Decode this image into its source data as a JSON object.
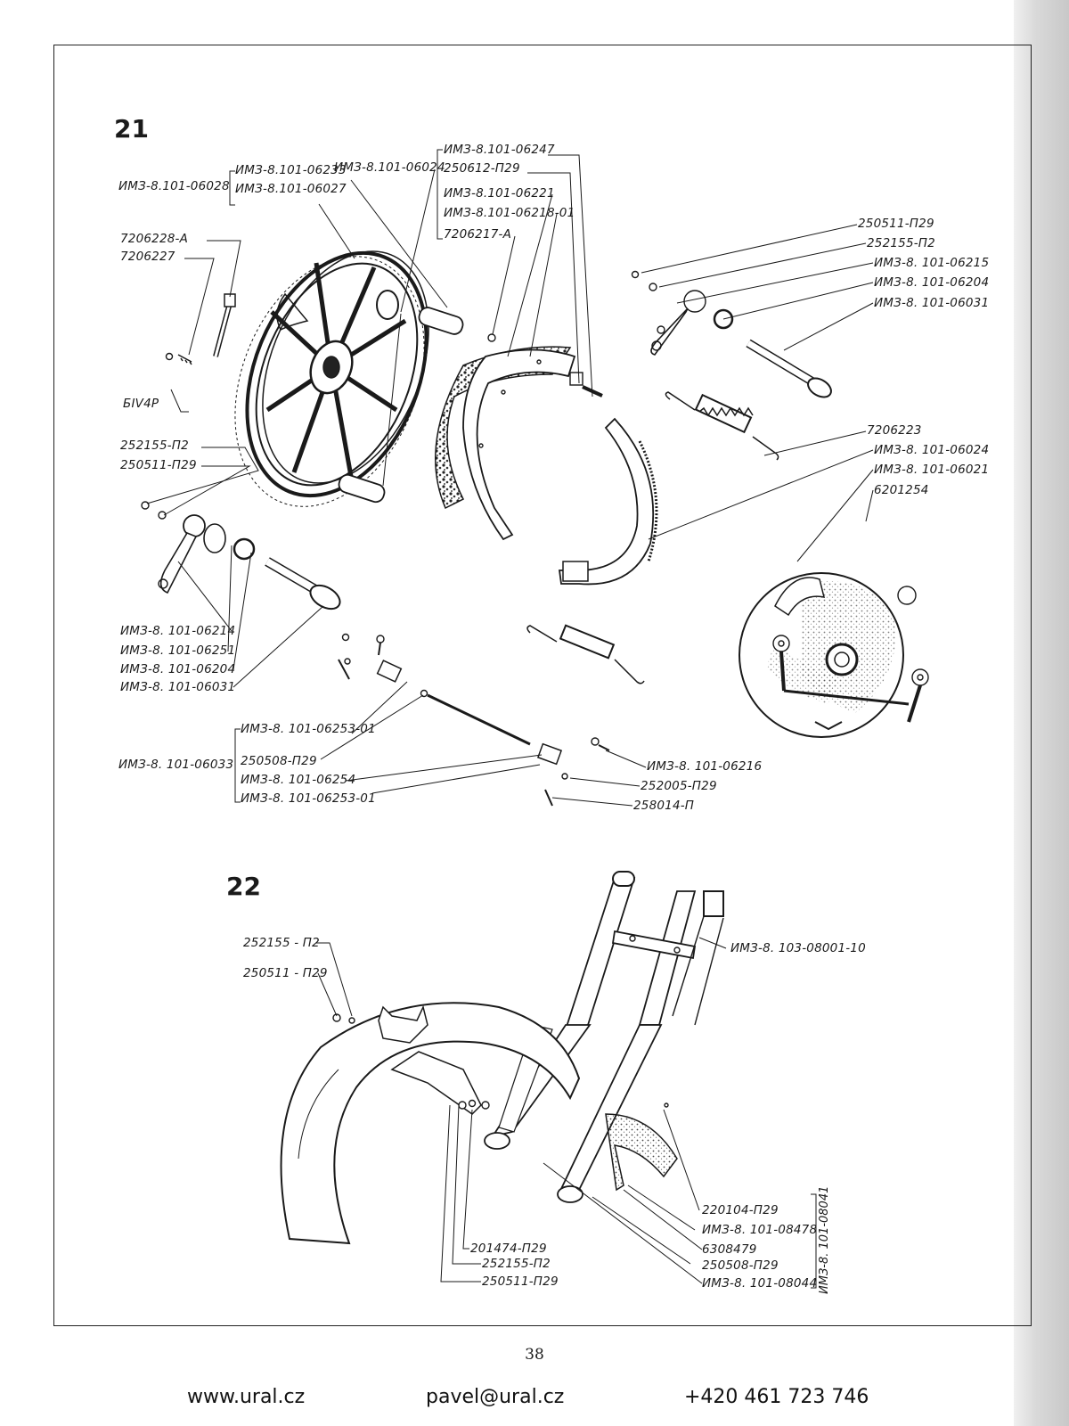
{
  "figures": {
    "fig21": {
      "number": "21",
      "labels": [
        {
          "id": "l01",
          "text": "ИМЗ-8.101-06028"
        },
        {
          "id": "l02",
          "text": "ИМЗ-8.101-06233"
        },
        {
          "id": "l03",
          "text": "ИМЗ-8.101-06027"
        },
        {
          "id": "l04",
          "text": "ИМЗ-8.101-06024"
        },
        {
          "id": "l05",
          "text": "ИМЗ-8.101-06247"
        },
        {
          "id": "l06",
          "text": "250612-П29"
        },
        {
          "id": "l07",
          "text": "ИМЗ-8.101-06221"
        },
        {
          "id": "l08",
          "text": "ИМЗ-8.101-06218-01"
        },
        {
          "id": "l09",
          "text": "7206217-А"
        },
        {
          "id": "l10",
          "text": "7206228-А"
        },
        {
          "id": "l11",
          "text": "7206227"
        },
        {
          "id": "l12",
          "text": "БIV4Р"
        },
        {
          "id": "l13",
          "text": "250511-П29"
        },
        {
          "id": "l14",
          "text": "252155-П2"
        },
        {
          "id": "l15",
          "text": "ИМЗ-8. 101-06215"
        },
        {
          "id": "l16",
          "text": "ИМЗ-8. 101-06204"
        },
        {
          "id": "l17",
          "text": "ИМЗ-8. 101-06031"
        },
        {
          "id": "l18",
          "text": "252155-П2"
        },
        {
          "id": "l19",
          "text": "250511-П29"
        },
        {
          "id": "l20",
          "text": "7206223"
        },
        {
          "id": "l21",
          "text": "ИМЗ-8. 101-06024"
        },
        {
          "id": "l22",
          "text": "ИМЗ-8. 101-06021"
        },
        {
          "id": "l23",
          "text": "6201254"
        },
        {
          "id": "l24",
          "text": "ИМЗ-8. 101-06214"
        },
        {
          "id": "l25",
          "text": "ИМЗ-8. 101-06251"
        },
        {
          "id": "l26",
          "text": "ИМЗ-8. 101-06204"
        },
        {
          "id": "l27",
          "text": "ИМЗ-8. 101-06031"
        },
        {
          "id": "l28",
          "text": "ИМЗ-8. 101-06253-01"
        },
        {
          "id": "l29",
          "text": "ИМЗ-8. 101-06033"
        },
        {
          "id": "l30",
          "text": "250508-П29"
        },
        {
          "id": "l31",
          "text": "ИМЗ-8. 101-06254"
        },
        {
          "id": "l32",
          "text": "ИМЗ-8. 101-06253-01"
        },
        {
          "id": "l33",
          "text": "ИМЗ-8. 101-06216"
        },
        {
          "id": "l34",
          "text": "252005-П29"
        },
        {
          "id": "l35",
          "text": "258014-П"
        }
      ]
    },
    "fig22": {
      "number": "22",
      "labels": [
        {
          "id": "m01",
          "text": "252155 - П2"
        },
        {
          "id": "m02",
          "text": "250511 - П29"
        },
        {
          "id": "m03",
          "text": "ИМЗ-8. 103-08001-10"
        },
        {
          "id": "m04",
          "text": "220104-П29"
        },
        {
          "id": "m05",
          "text": "ИМЗ-8. 101-08478"
        },
        {
          "id": "m06",
          "text": "6308479"
        },
        {
          "id": "m07",
          "text": "250508-П29"
        },
        {
          "id": "m08",
          "text": "ИМЗ-8. 101-08044"
        },
        {
          "id": "m09",
          "text": "201474-П29"
        },
        {
          "id": "m10",
          "text": "252155-П2"
        },
        {
          "id": "m11",
          "text": "250511-П29"
        }
      ],
      "vertical_label": "ИМЗ-8. 101-08041"
    }
  },
  "page_number": "38",
  "footer": {
    "website": "www.ural.cz",
    "email": "pavel@ural.cz",
    "phone": "+420 461 723 746"
  }
}
